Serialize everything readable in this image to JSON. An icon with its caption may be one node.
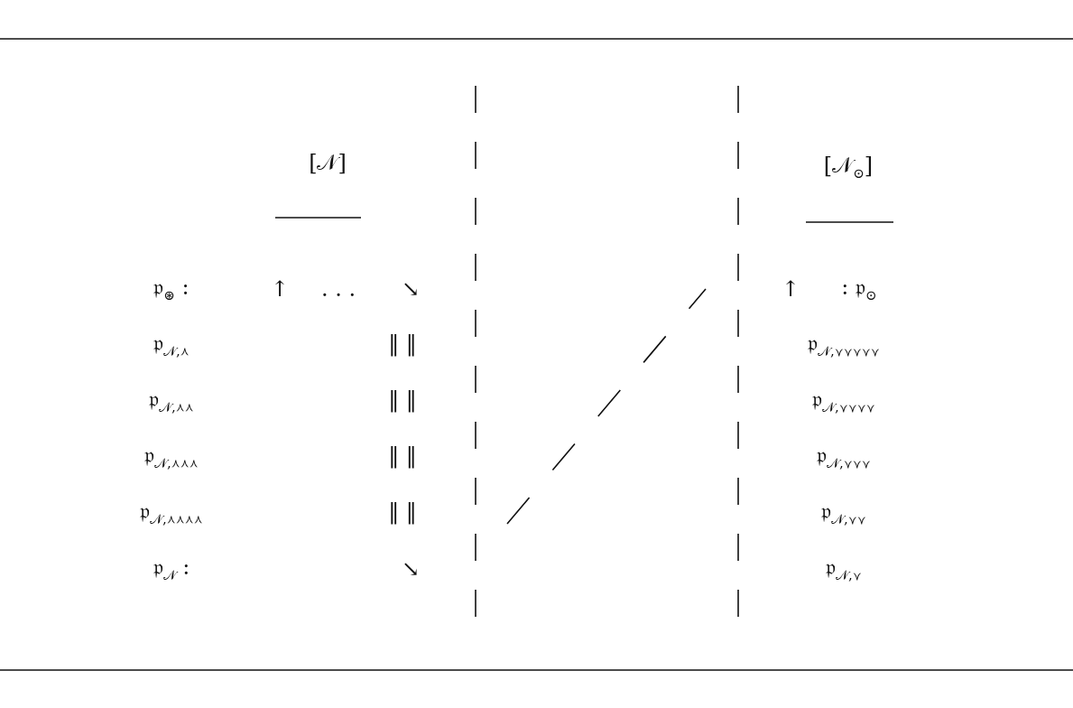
{
  "diagram": {
    "labels": [
      "[𝒩]",
      "[𝒩$_{⊙}$]",
      "𝔭$_{⊛}$ :",
      "↑",
      ". . .",
      "↘",
      "↑",
      ": 𝔭$_{⊙}$",
      "𝔭$_{𝒩,⋏}$",
      "‖ ‖",
      "𝔭$_{𝒩,⋎⋎⋎⋎⋎}$",
      "𝔭$_{𝒩,⋏⋏}$",
      "‖ ‖",
      "𝔭$_{𝒩,⋎⋎⋎⋎}$",
      "𝔭$_{𝒩,⋏⋏⋏}$",
      "‖ ‖",
      "𝔭$_{𝒩,⋎⋎⋎}$",
      "𝔭$_{𝒩,⋏⋏⋏⋏}$",
      "‖ ‖",
      "𝔭$_{𝒩,⋎⋎}$",
      "𝔭$_{𝒩}$ :",
      "↘",
      "𝔭$_{𝒩,⋎}$"
    ]
  }
}
